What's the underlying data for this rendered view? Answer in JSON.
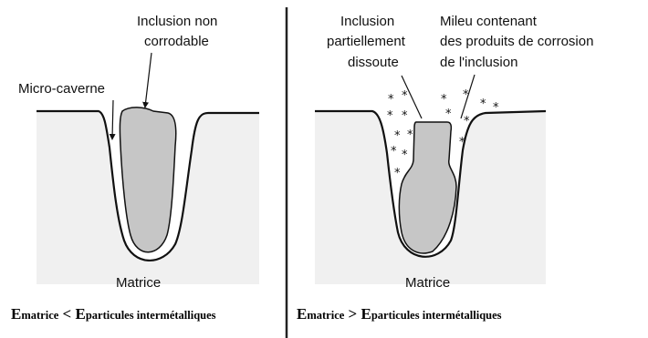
{
  "left_panel": {
    "inclusion_label": [
      "Inclusion non",
      "corrodable"
    ],
    "cavern_label": "Micro-caverne",
    "matrix_label": "Matrice",
    "caption": {
      "e1": "E",
      "sub1": "matrice",
      "op": " < ",
      "e2": "E",
      "sub2": "particules intermétalliques"
    }
  },
  "right_panel": {
    "inclusion_label": [
      "Inclusion",
      "partiellement",
      "dissoute"
    ],
    "medium_label": [
      "Mileu contenant",
      "des produits de corrosion",
      "de l'inclusion"
    ],
    "matrix_label": "Matrice",
    "caption": {
      "e1": "E",
      "sub1": "matrice",
      "op": " > ",
      "e2": "E",
      "sub2": "particules intermétalliques"
    }
  },
  "symbols": {
    "corrosion_product": "*"
  },
  "colors": {
    "matrix": "#f0f0f0",
    "inclusion": "#c6c6c6",
    "outline": "#111111",
    "divider": "#222222"
  }
}
